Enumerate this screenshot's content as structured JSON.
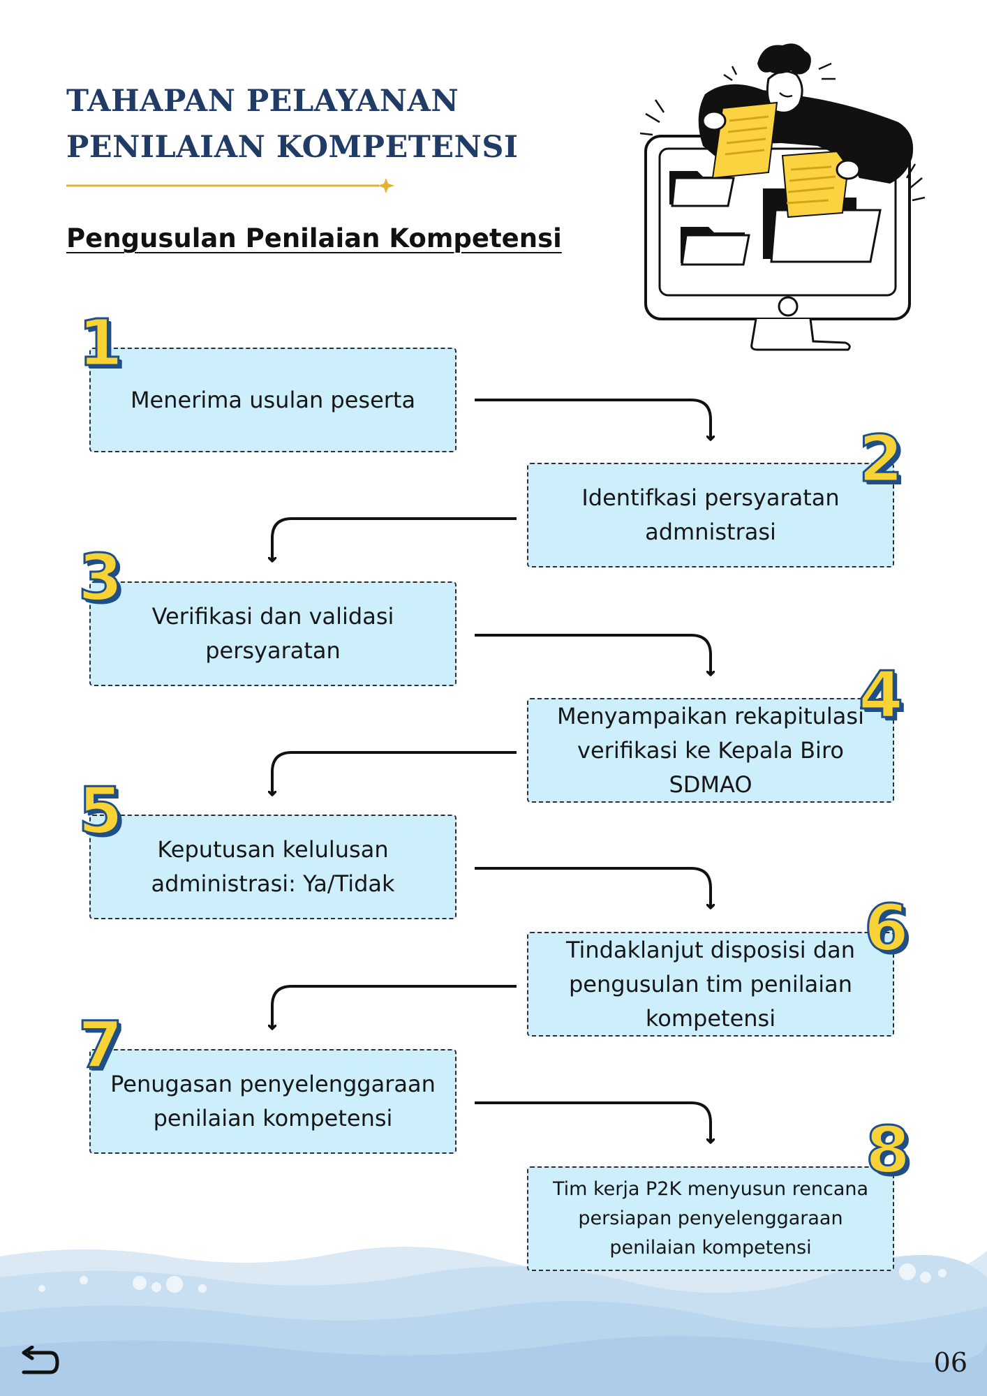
{
  "page": {
    "title_lines": [
      "TAHAPAN PELAYANAN",
      "PENILAIAN KOMPETENSI"
    ],
    "subtitle": "Pengusulan Penilaian Kompetensi",
    "page_number": "06"
  },
  "steps": [
    {
      "number": "1",
      "text": "Menerima usulan peserta"
    },
    {
      "number": "2",
      "text": "Identifkasi persyaratan admnistrasi"
    },
    {
      "number": "3",
      "text": "Verifikasi dan validasi persyaratan"
    },
    {
      "number": "4",
      "text": "Menyampaikan rekapitulasi verifikasi ke Kepala Biro SDMAO"
    },
    {
      "number": "5",
      "text": "Keputusan kelulusan administrasi: Ya/Tidak"
    },
    {
      "number": "6",
      "text": "Tindaklanjut disposisi dan pengusulan tim penilaian kompetensi"
    },
    {
      "number": "7",
      "text": "Penugasan penyelenggaraan penilaian kompetensi"
    },
    {
      "number": "8",
      "text": "Tim kerja P2K menyusun rencana persiapan penyelenggaraan penilaian kompetensi"
    }
  ],
  "icons": {
    "illustration": "person-with-documents-computer-illustration",
    "back": "back-arrow-icon",
    "title_rule": "sparkle-divider-icon"
  },
  "colors": {
    "title": "#1f3b66",
    "title_rule": "#e3b230",
    "step_box": "#cdeefb",
    "step_number_fill": "#f9d335",
    "step_number_outline": "#1f4f86",
    "water": "#bcdaf0"
  }
}
